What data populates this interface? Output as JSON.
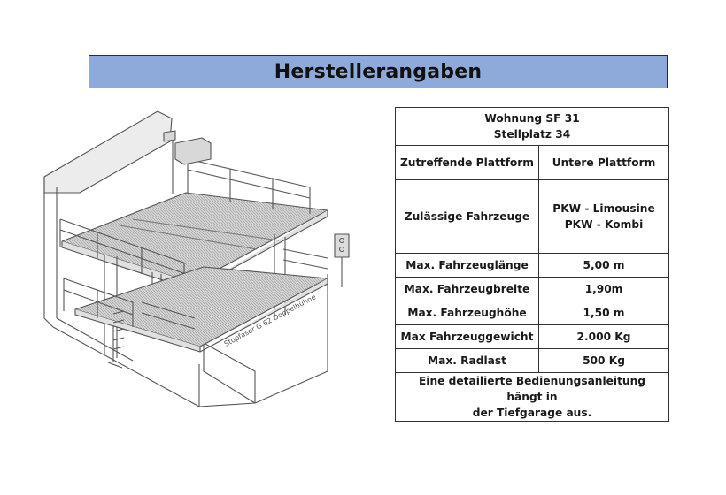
{
  "page": {
    "title": "Herstellerangaben",
    "title_bar_color": "#8eaadb"
  },
  "illustration": {
    "name": "parking-platform-drawing",
    "side_caption": "Stopfaser G 62 Doppelbühne"
  },
  "specs": {
    "header_line1": "Wohnung SF 31",
    "header_line2": "Stellplatz 34",
    "platform_label": "Zutreffende Plattform",
    "platform_value": "Untere Plattform",
    "vehicles_label": "Zulässige Fahrzeuge",
    "vehicles_value_line1": "PKW - Limousine",
    "vehicles_value_line2": "PKW - Kombi",
    "rows": [
      {
        "label": "Max. Fahrzeuglänge",
        "value": "5,00 m"
      },
      {
        "label": "Max. Fahrzeugbreite",
        "value": "1,90m"
      },
      {
        "label": "Max. Fahrzeughöhe",
        "value": "1,50 m"
      },
      {
        "label": "Max Fahrzeuggewicht",
        "value": "2.000 Kg"
      },
      {
        "label": "Max. Radlast",
        "value": "500 Kg"
      }
    ],
    "note_line1": "Eine detailierte Bedienungsanleitung hängt in",
    "note_line2": "der Tiefgarage aus."
  }
}
